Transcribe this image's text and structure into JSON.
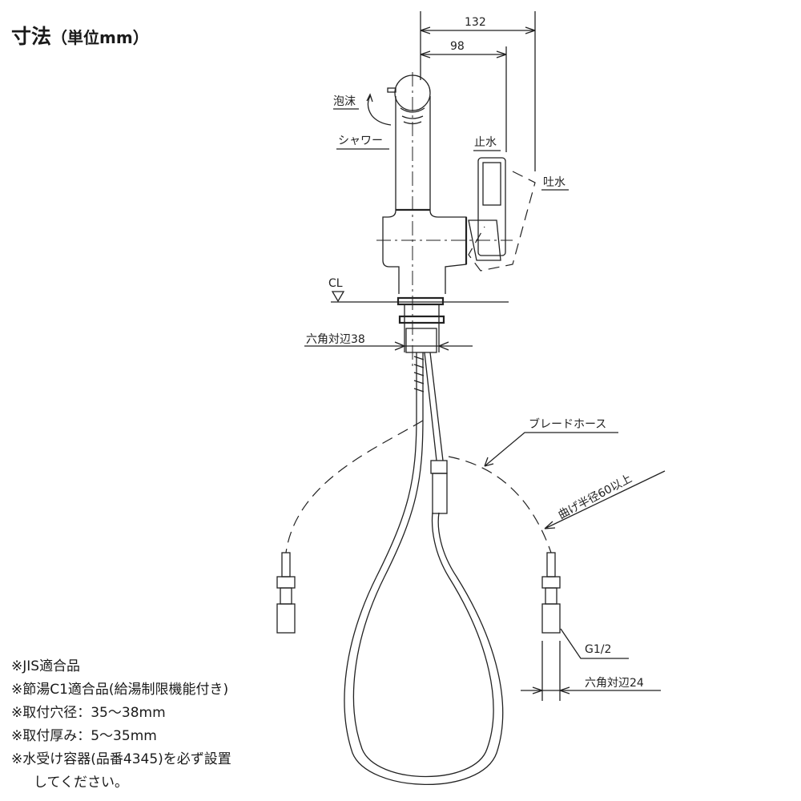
{
  "title": {
    "main": "寸法",
    "unit": "（単位mm）"
  },
  "dimensions": {
    "overall_reach": "132",
    "handle_reach": "98",
    "hex_top": "六角対辺38",
    "hex_bottom": "六角対辺24",
    "thread": "G1/2",
    "bend_radius": "曲げ半径60以上"
  },
  "labels": {
    "foam": "泡沫",
    "shower": "シャワー",
    "stop": "止水",
    "discharge": "吐水",
    "centerline": "CL",
    "braided_hose": "ブレードホース"
  },
  "notes": [
    "※JIS適合品",
    "※節湯C1適合品(給湯制限機能付き)",
    "※取付穴径：35〜38mm",
    "※取付厚み：5〜35mm",
    "※水受け容器(品番4345)を必ず設置",
    "してください。"
  ]
}
